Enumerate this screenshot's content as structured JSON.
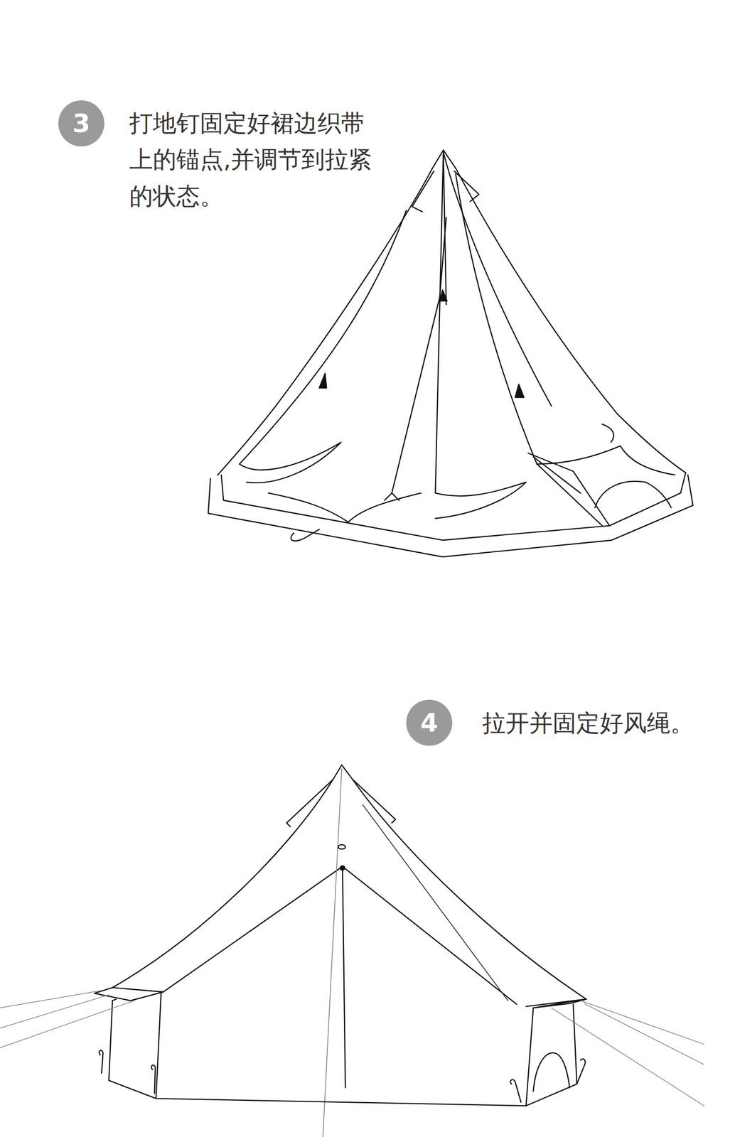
{
  "diagram": {
    "nodes": [
      {
        "text": [
          "3"
        ]
      },
      {
        "text": [
          "4"
        ]
      }
    ],
    "labels": [
      "打地钉固定好裙边织带上的锚点,并调节到拉紧的状态。",
      "拉开并固定好风绳。"
    ]
  }
}
